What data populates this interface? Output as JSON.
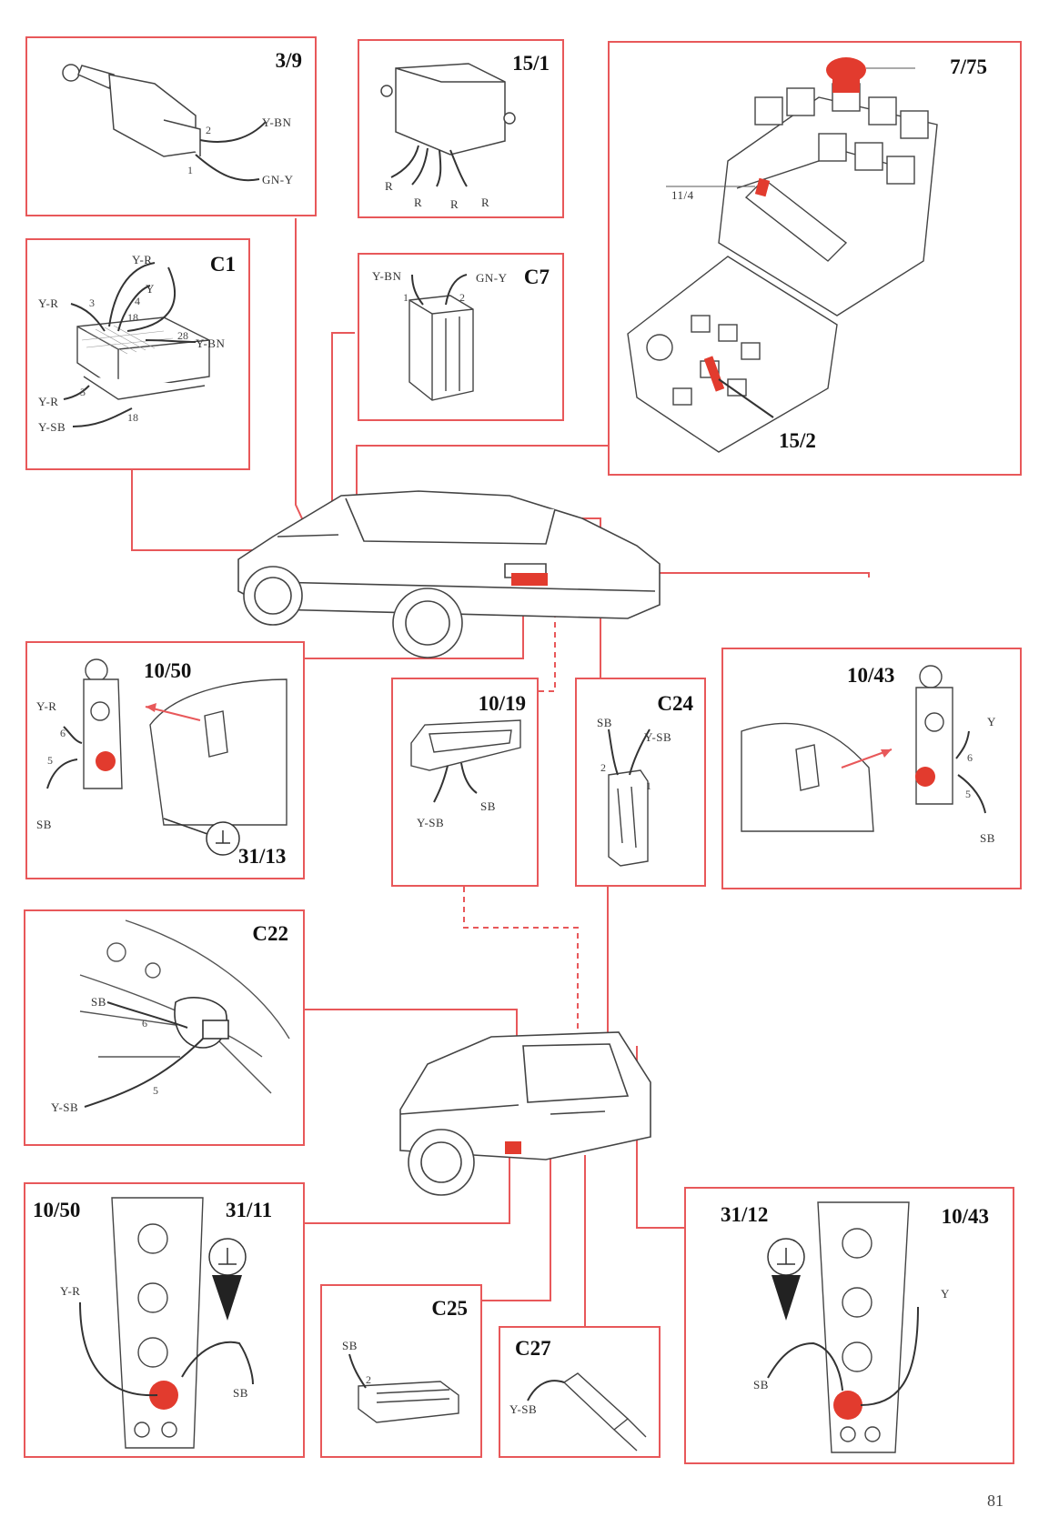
{
  "colors": {
    "frame": "#e8585a",
    "highlight": "#e23b2e",
    "ink": "#333333"
  },
  "panels": {
    "p39": {
      "title": "3/9",
      "wires": [
        "Y-BN",
        "GN-Y"
      ],
      "pins": [
        "2",
        "1"
      ]
    },
    "p151": {
      "title": "15/1",
      "wires": [
        "R",
        "R",
        "R",
        "R"
      ]
    },
    "p775": {
      "title": "7/75",
      "sub": "11/4",
      "sub2": "15/2"
    },
    "pc1": {
      "title": "C1",
      "wires": [
        "Y-R",
        "Y",
        "Y-R",
        "Y-BN",
        "Y-R",
        "Y-SB"
      ],
      "pins": [
        "3",
        "4",
        "18",
        "28",
        "3",
        "18"
      ]
    },
    "pc7": {
      "title": "C7",
      "wires": [
        "Y-BN",
        "GN-Y"
      ],
      "pins": [
        "1",
        "2"
      ]
    },
    "p1050a": {
      "title": "10/50",
      "sub": "31/13",
      "wires": [
        "Y-R",
        "SB"
      ],
      "pins": [
        "6",
        "5"
      ]
    },
    "p1019": {
      "title": "10/19",
      "wires": [
        "Y-SB",
        "SB"
      ]
    },
    "pc24": {
      "title": "C24",
      "wires": [
        "SB",
        "Y-SB"
      ],
      "pins": [
        "2",
        "1"
      ]
    },
    "p1043a": {
      "title": "10/43",
      "wires": [
        "Y",
        "SB"
      ],
      "pins": [
        "6",
        "5"
      ]
    },
    "pc22": {
      "title": "C22",
      "wires": [
        "SB",
        "Y-SB"
      ],
      "pins": [
        "6",
        "5"
      ]
    },
    "p1050b": {
      "title": "10/50",
      "sub": "31/11",
      "wires": [
        "Y-R",
        "SB"
      ]
    },
    "pc25": {
      "title": "C25",
      "wires": [
        "SB"
      ],
      "pins": [
        "2"
      ]
    },
    "pc27": {
      "title": "C27",
      "wires": [
        "Y-SB"
      ]
    },
    "p1043b": {
      "title": "10/43",
      "sub": "31/12",
      "wires": [
        "Y",
        "SB"
      ]
    }
  },
  "page_number": "81"
}
